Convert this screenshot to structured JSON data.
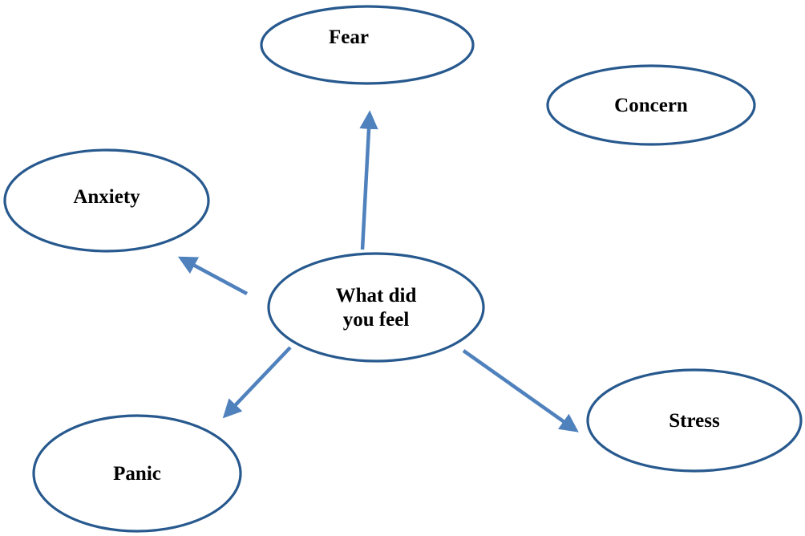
{
  "diagram": {
    "type": "mind-map",
    "title": "What did you feel",
    "center": {
      "id": "what-did-you-feel",
      "label": "What did you feel",
      "label_line1": "What did",
      "label_line2": "you feel"
    },
    "nodes": [
      {
        "id": "fear",
        "label": "Fear",
        "connected_to_center": true
      },
      {
        "id": "concern",
        "label": "Concern",
        "connected_to_center": false
      },
      {
        "id": "anxiety",
        "label": "Anxiety",
        "connected_to_center": true
      },
      {
        "id": "panic",
        "label": "Panic",
        "connected_to_center": true
      },
      {
        "id": "stress",
        "label": "Stress",
        "connected_to_center": true
      }
    ],
    "edges": [
      {
        "from": "what-did-you-feel",
        "to": "fear"
      },
      {
        "from": "what-did-you-feel",
        "to": "anxiety"
      },
      {
        "from": "what-did-you-feel",
        "to": "panic"
      },
      {
        "from": "what-did-you-feel",
        "to": "stress"
      }
    ],
    "colors": {
      "ellipse_stroke": "#27598e",
      "arrow": "#4f81bd",
      "text": "#000000",
      "background": "#ffffff"
    }
  }
}
